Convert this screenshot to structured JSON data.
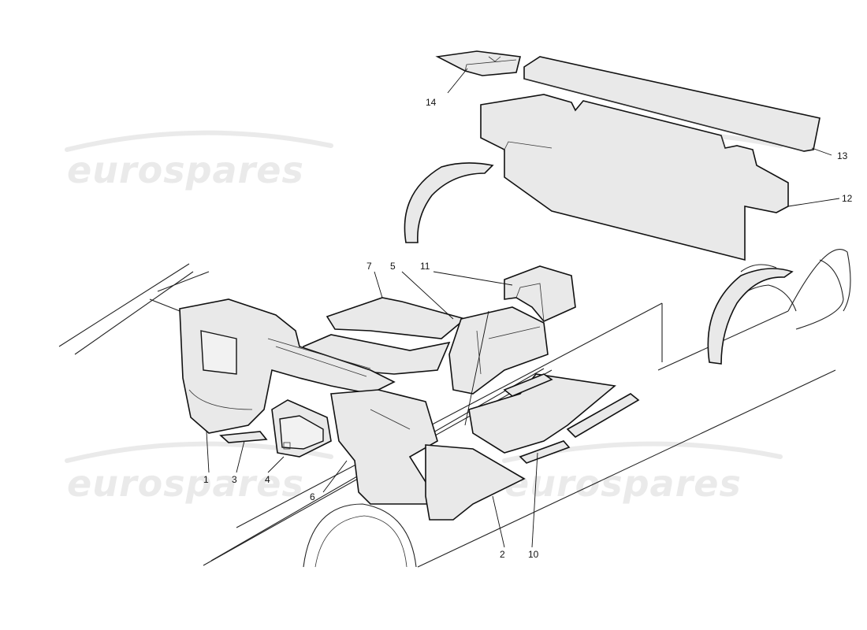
{
  "diagram": {
    "callouts": [
      {
        "id": "c1",
        "label": "1"
      },
      {
        "id": "c2",
        "label": "2"
      },
      {
        "id": "c3",
        "label": "3"
      },
      {
        "id": "c4",
        "label": "4"
      },
      {
        "id": "c5",
        "label": "5"
      },
      {
        "id": "c6",
        "label": "6"
      },
      {
        "id": "c7",
        "label": "7"
      },
      {
        "id": "c10",
        "label": "10"
      },
      {
        "id": "c11",
        "label": "11"
      },
      {
        "id": "c12",
        "label": "12"
      },
      {
        "id": "c13",
        "label": "13"
      },
      {
        "id": "c14",
        "label": "14"
      }
    ]
  },
  "watermark": {
    "text": "eurospares",
    "color": "#d9d9d9"
  },
  "colors": {
    "line": "#222222",
    "pad_fill": "#e9e9e9",
    "background": "#ffffff"
  }
}
